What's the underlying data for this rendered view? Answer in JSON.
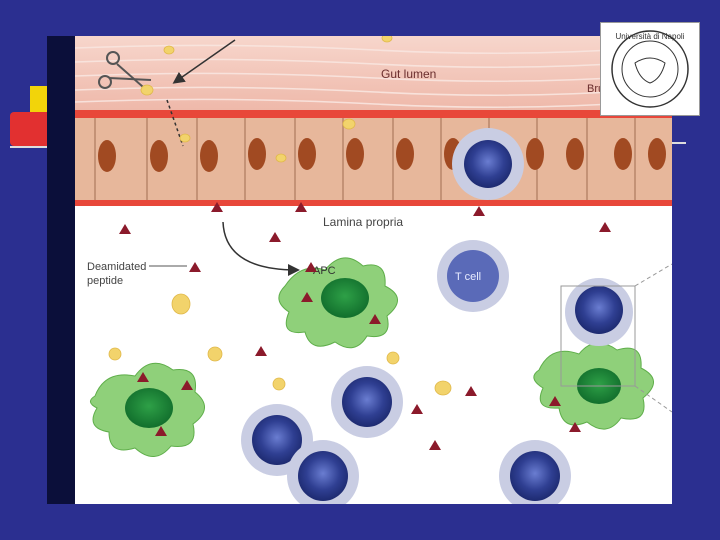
{
  "figure": {
    "labels": {
      "gut_lumen": "Gut lumen",
      "brush_border": "Brush borde",
      "lamina_propria": "Lamina propria",
      "deamidated_line1": "Deamidated",
      "deamidated_line2": "peptide",
      "apc": "APC",
      "t_cell": "T cell"
    }
  },
  "logo": {
    "text": "Università di Napoli"
  },
  "colors": {
    "slide_background": "#2b2f90",
    "lumen": "#f2c8be",
    "enterocyte": "#e9bba0",
    "nucleus": "#a0522d",
    "apc": "#8fd07a",
    "t_cell": "#3b4fa6",
    "peptide": "#8b1a2b",
    "gluten_particle": "#f2d36b"
  }
}
